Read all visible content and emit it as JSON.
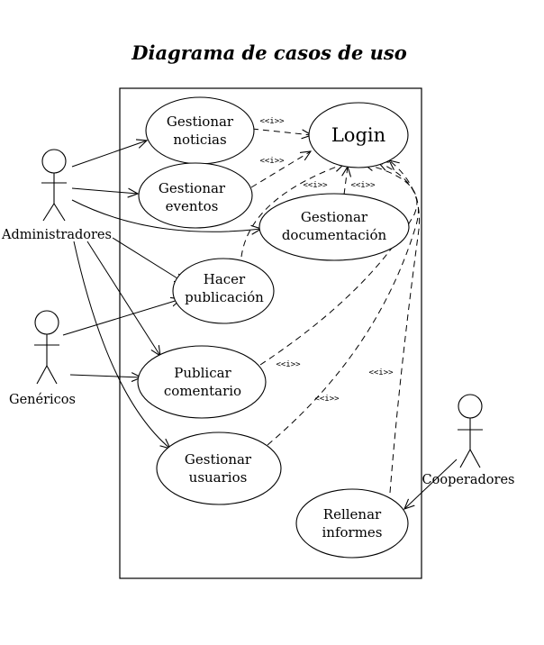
{
  "diagram": {
    "title": "Diagrama de casos de uso",
    "stereotype": "<<i>>",
    "use_cases": {
      "noticias": [
        "Gestionar",
        "noticias"
      ],
      "eventos": [
        "Gestionar",
        "eventos"
      ],
      "login": "Login",
      "documentacion": [
        "Gestionar",
        "documentación"
      ],
      "publicacion": [
        "Hacer",
        "publicación"
      ],
      "comentario": [
        "Publicar",
        "comentario"
      ],
      "usuarios": [
        "Gestionar",
        "usuarios"
      ],
      "informes": [
        "Rellenar",
        "informes"
      ]
    },
    "actors": {
      "administradores": "Administradores",
      "genericos": "Genéricos",
      "cooperadores": "Cooperadores"
    }
  }
}
